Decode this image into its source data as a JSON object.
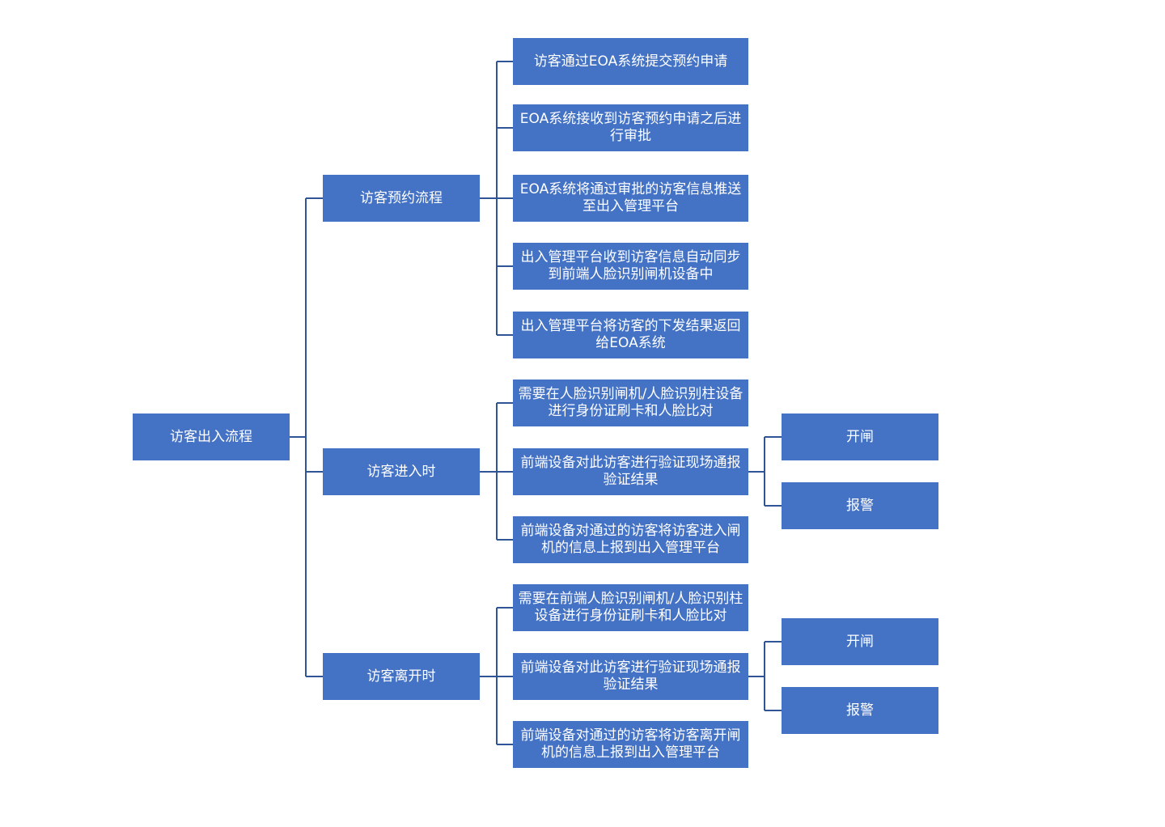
{
  "colors": {
    "node_fill": "#4472C4",
    "connector": "#2F5597",
    "text": "#FFFFFF",
    "background": "#FFFFFF"
  },
  "root": {
    "label": "访客出入流程"
  },
  "branches": [
    {
      "label": "访客预约流程",
      "steps": [
        {
          "label": "访客通过EOA系统提交预约申请"
        },
        {
          "label": "EOA系统接收到访客预约申请之后进行审批"
        },
        {
          "label": "EOA系统将通过审批的访客信息推送至出入管理平台"
        },
        {
          "label": "出入管理平台收到访客信息自动同步到前端人脸识别闸机设备中"
        },
        {
          "label": "出入管理平台将访客的下发结果返回给EOA系统"
        }
      ]
    },
    {
      "label": "访客进入时",
      "steps": [
        {
          "label": "需要在人脸识别闸机/人脸识别柱设备进行身份证刷卡和人脸比对"
        },
        {
          "label": "前端设备对此访客进行验证现场通报验证结果",
          "outcomes": [
            "开闸",
            "报警"
          ]
        },
        {
          "label": "前端设备对通过的访客将访客进入闸机的信息上报到出入管理平台"
        }
      ]
    },
    {
      "label": "访客离开时",
      "steps": [
        {
          "label": "需要在前端人脸识别闸机/人脸识别柱设备进行身份证刷卡和人脸比对"
        },
        {
          "label": "前端设备对此访客进行验证现场通报验证结果",
          "outcomes": [
            "开闸",
            "报警"
          ]
        },
        {
          "label": "前端设备对通过的访客将访客离开闸机的信息上报到出入管理平台"
        }
      ]
    }
  ]
}
